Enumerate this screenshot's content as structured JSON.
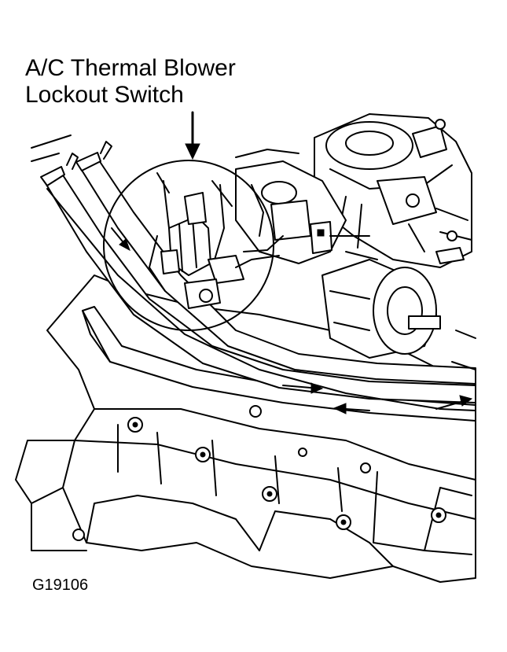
{
  "diagram": {
    "callout_line1": "A/C Thermal Blower",
    "callout_line2": "Lockout Switch",
    "figure_code": "G19106"
  },
  "icons": {
    "leader_arrow": "down-arrow-icon",
    "detail_circle": "circle-highlight-icon",
    "flow_arrows": "arrow-icon"
  },
  "colors": {
    "ink": "#000000",
    "paper": "#ffffff"
  }
}
